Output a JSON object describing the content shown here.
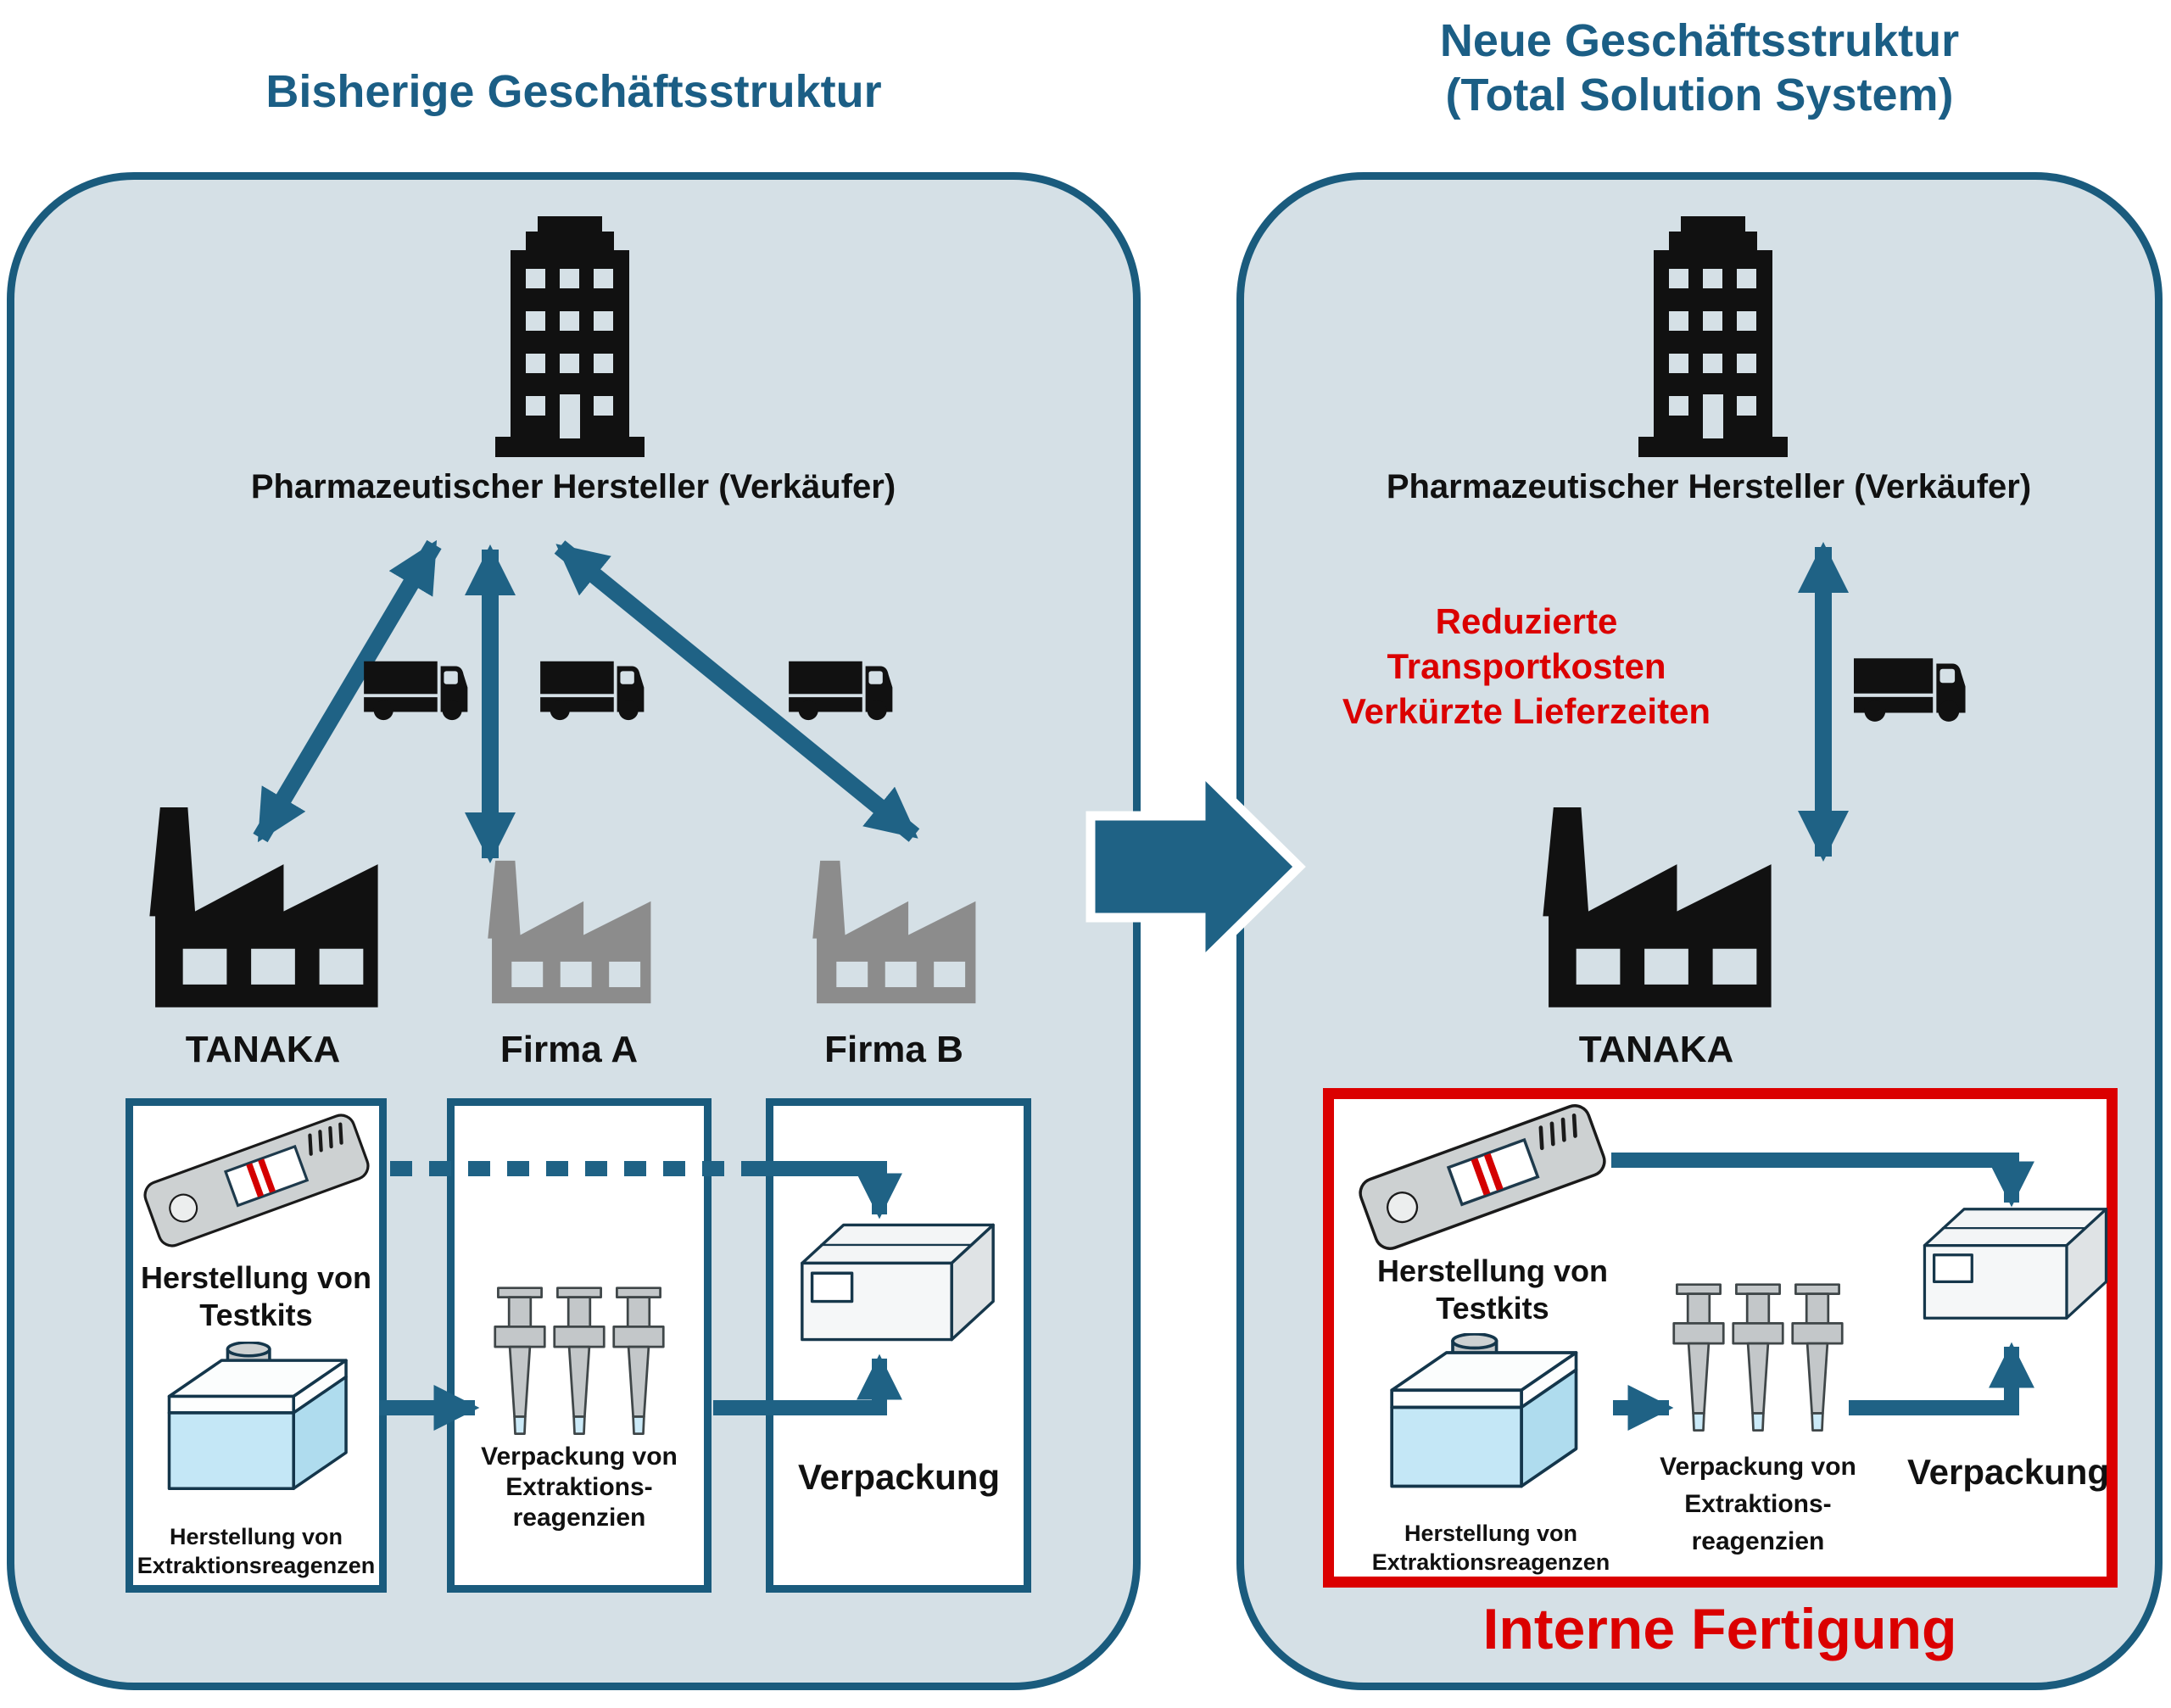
{
  "colors": {
    "accent_teal": "#1F6285",
    "panel_border": "#1A5B7D",
    "panel_bg": "#D5E0E6",
    "title_blue": "#1B5E85",
    "alert_red": "#DB0000",
    "icon_black": "#111111",
    "icon_gray": "#8C8C8C"
  },
  "titles": {
    "left": "Bisherige Geschäftsstruktur",
    "right_line1": "Neue Geschäftsstruktur",
    "right_line2": "(Total Solution System)"
  },
  "left_panel": {
    "manufacturer_label": "Pharmazeutischer Hersteller (Verkäufer)",
    "supplier_1": "TANAKA",
    "supplier_2": "Firma A",
    "supplier_3": "Firma B",
    "box_testkits_line1": "Herstellung von",
    "box_testkits_line2": "Testkits",
    "box_reagents_line1": "Herstellung von",
    "box_reagents_line2": "Extraktionsreagenzen",
    "box_packreagents_line1": "Verpackung von",
    "box_packreagents_line2": "Extraktions-",
    "box_packreagents_line3": "reagenzien",
    "box_packaging_label": "Verpackung"
  },
  "right_panel": {
    "manufacturer_label": "Pharmazeutischer Hersteller (Verkäufer)",
    "benefit_line1": "Reduzierte",
    "benefit_line2": "Transportkosten",
    "benefit_line3": "Verkürzte Lieferzeiten",
    "supplier": "TANAKA",
    "box_testkits_line1": "Herstellung von",
    "box_testkits_line2": "Testkits",
    "box_reagents_line1": "Herstellung von",
    "box_reagents_line2": "Extraktionsreagenzen",
    "box_packreagents_line1": "Verpackung von",
    "box_packreagents_line2": "Extraktions-",
    "box_packreagents_line3": "reagenzien",
    "box_packaging_label": "Verpackung",
    "highlight_label": "Interne Fertigung"
  }
}
